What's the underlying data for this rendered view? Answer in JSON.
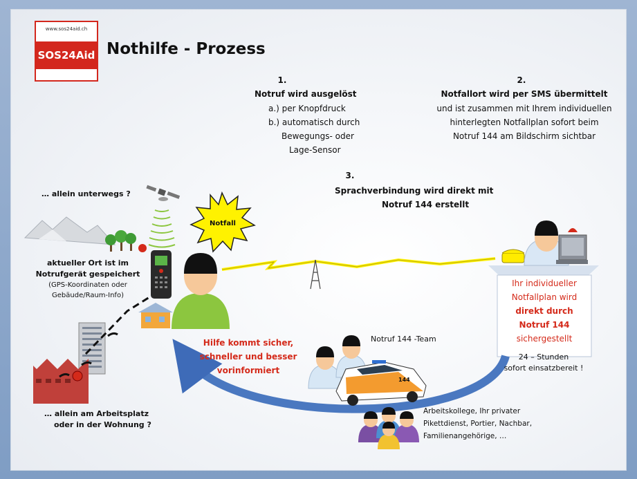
{
  "logo": {
    "url": "www.sos24aid.ch",
    "wordmark": "SOS24Aid"
  },
  "title": "Nothilfe - Prozess",
  "step1": {
    "num": "1.",
    "head": "Notruf wird ausgelöst",
    "a": "a.) per Knopfdruck",
    "b": "b.) automatisch durch",
    "b2": "Bewegungs- oder",
    "b3": "Lage-Sensor"
  },
  "step2": {
    "num": "2.",
    "head": "Notfallort wird per SMS übermittelt",
    "l1": "und ist zusammen mit Ihrem individuellen",
    "l2": "hinterlegten Notfallplan sofort beim",
    "l3": "Notruf 144 am Bildschirm sichtbar"
  },
  "step3": {
    "num": "3.",
    "l1": "Sprachverbindung wird  direkt mit",
    "l2": "Notruf 144 erstellt"
  },
  "left": {
    "unterwegs": "… allein unterwegs ?",
    "ort1": "aktueller Ort  ist im",
    "ort2": "Notrufgerät gespeichert",
    "ort3": "(GPS-Koordinaten oder",
    "ort4": "Gebäude/Raum-Info)",
    "arbeit1": "… allein am Arbeitsplatz",
    "arbeit2": "oder in der Wohnung  ?"
  },
  "burst_label": "Notfall",
  "right": {
    "p1": "Ihr individueller",
    "p2": "Notfallplan wird",
    "p3": "direkt durch",
    "p4": "Notruf 144",
    "p5": "sichergestellt",
    "h1": "24 – Stunden",
    "h2": "sofort einsatzbereit !"
  },
  "team_label": "Notruf 144  -Team",
  "hilfe": {
    "l1": "Hilfe kommt sicher,",
    "l2": "schneller und besser",
    "l3": "vorinformiert"
  },
  "contacts": {
    "l1": "Arbeitskollege, Ihr privater",
    "l2": "Pikettdienst, Portier,  Nachbar,",
    "l3": "Familienangehörige,  …"
  },
  "car_label": "144",
  "colors": {
    "red": "#d42a1a",
    "green": "#8cc63f",
    "blue": "#4a78c0",
    "yellow": "#ffec00"
  }
}
